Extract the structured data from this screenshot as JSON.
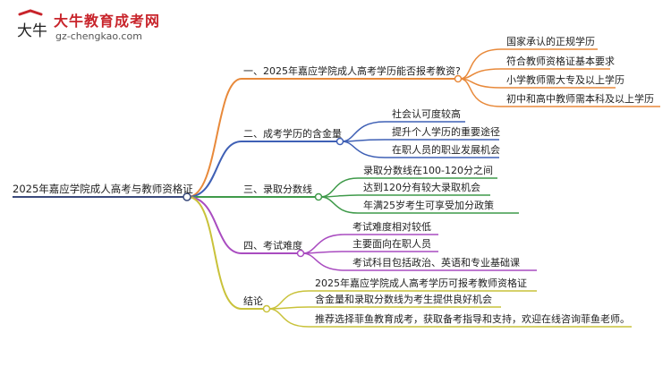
{
  "logo": {
    "title": "大牛教育成考网",
    "url": "gz-chengkao.com",
    "mark_text": "大牛"
  },
  "mindmap": {
    "root": "2025年嘉应学院成人高考与教师资格证",
    "branches": [
      {
        "label": "一、2025年嘉应学院成人高考学历能否报考教资?",
        "color": "#e8893a",
        "children": [
          "国家承认的正规学历",
          "符合教师资格证基本要求",
          "小学教师需大专及以上学历",
          "初中和高中教师需本科及以上学历"
        ]
      },
      {
        "label": "二、成考学历的含金量",
        "color": "#3f60b5",
        "children": [
          "社会认可度较高",
          "提升个人学历的重要途径",
          "在职人员的职业发展机会"
        ]
      },
      {
        "label": "三、录取分数线",
        "color": "#3f9a4a",
        "children": [
          "录取分数线在100-120分之间",
          "达到120分有较大录取机会",
          "年满25岁考生可享受加分政策"
        ]
      },
      {
        "label": "四、考试难度",
        "color": "#a94cc0",
        "children": [
          "考试难度相对较低",
          "主要面向在职人员",
          "考试科目包括政治、英语和专业基础课"
        ]
      },
      {
        "label": "结论",
        "color": "#c9c23a",
        "children": [
          "2025年嘉应学院成人高考学历可报考教师资格证",
          "含金量和录取分数线为考生提供良好机会",
          "推荐选择菲鱼教育成考，获取备考指导和支持，欢迎在线咨询菲鱼老师。"
        ]
      }
    ]
  }
}
